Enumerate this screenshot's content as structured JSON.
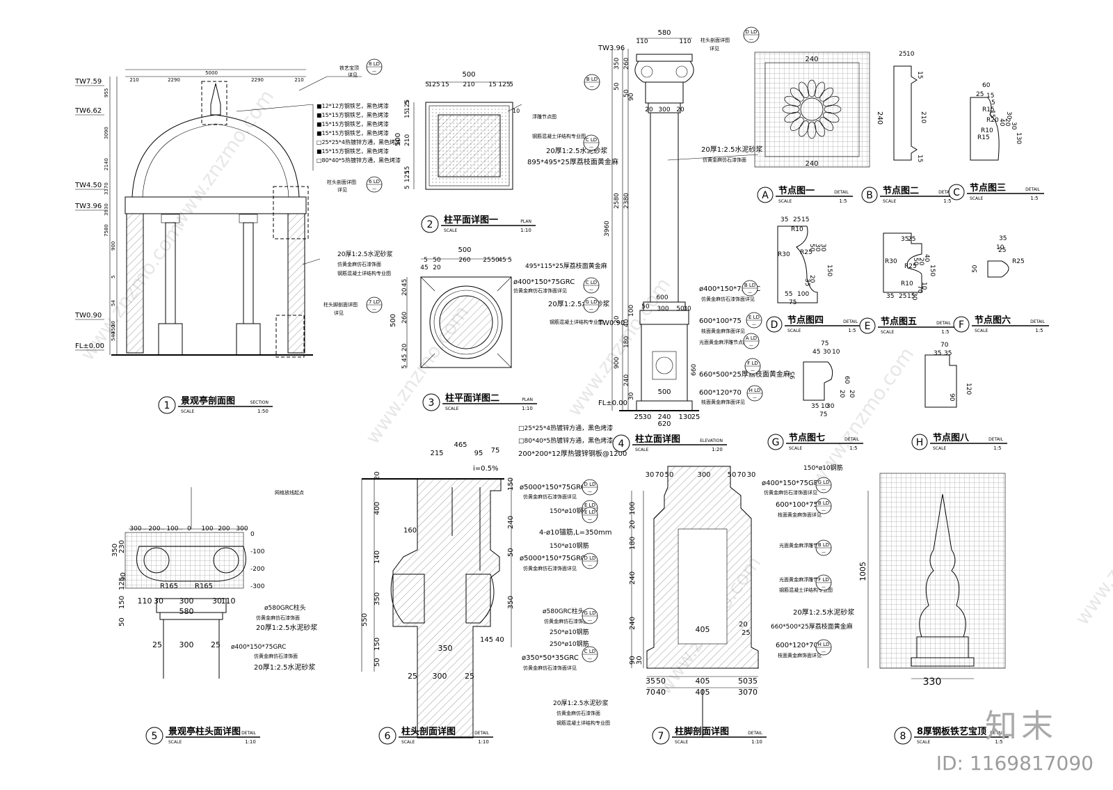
{
  "details": [
    {
      "num": "1",
      "title": "景观亭剖面图",
      "type": "SECTION",
      "scale_label": "SCALE",
      "scale": "1:50"
    },
    {
      "num": "2",
      "title": "柱平面详图一",
      "type": "PLAN",
      "scale_label": "SCALE",
      "scale": "1:10"
    },
    {
      "num": "3",
      "title": "柱平面详图二",
      "type": "PLAN",
      "scale_label": "SCALE",
      "scale": "1:10"
    },
    {
      "num": "4",
      "title": "柱立面详图",
      "type": "ELEVATION",
      "scale_label": "SCALE",
      "scale": "1:20"
    },
    {
      "num": "5",
      "title": "景观亭柱头面详图",
      "type": "DETAIL",
      "scale_label": "SCALE",
      "scale": "1:10"
    },
    {
      "num": "6",
      "title": "柱头剖面详图",
      "type": "DETAIL",
      "scale_label": "SCALE",
      "scale": "1:10"
    },
    {
      "num": "7",
      "title": "柱脚剖面详图",
      "type": "DETAIL",
      "scale_label": "SCALE",
      "scale": "1:10"
    },
    {
      "num": "8",
      "title": "8厚钢板铁艺宝顶",
      "type": "DETAIL",
      "scale_label": "SCALE",
      "scale": "1:5"
    },
    {
      "num": "A",
      "title": "节点图一",
      "type": "DETAIL",
      "scale_label": "SCALE",
      "scale": "1:5"
    },
    {
      "num": "B",
      "title": "节点图二",
      "type": "DETAIL",
      "scale_label": "SCALE",
      "scale": "1:5"
    },
    {
      "num": "C",
      "title": "节点图三",
      "type": "DETAIL",
      "scale_label": "SCALE",
      "scale": "1:5"
    },
    {
      "num": "D",
      "title": "节点图四",
      "type": "DETAIL",
      "scale_label": "SCALE",
      "scale": "1:5"
    },
    {
      "num": "E",
      "title": "节点图五",
      "type": "DETAIL",
      "scale_label": "SCALE",
      "scale": "1:5"
    },
    {
      "num": "F",
      "title": "节点图六",
      "type": "DETAIL",
      "scale_label": "SCALE",
      "scale": "1:5"
    },
    {
      "num": "G",
      "title": "节点图七",
      "type": "DETAIL",
      "scale_label": "SCALE",
      "scale": "1:5"
    },
    {
      "num": "H",
      "title": "节点图八",
      "type": "DETAIL",
      "scale_label": "SCALE",
      "scale": "1:5"
    }
  ],
  "levels": {
    "s1": [
      "TW7.59",
      "TW6.62",
      "TW4.50",
      "TW3.96",
      "TW0.90",
      "FL±0.00"
    ],
    "s4": [
      "TW3.96",
      "TW0.90",
      "FL±0.00"
    ]
  },
  "s1": {
    "top_dim": "5000",
    "dims_top": [
      "210",
      "2290",
      "2290",
      "210"
    ],
    "dims_left": [
      "955",
      "3090",
      "2140",
      "3370",
      "3930",
      "7580",
      "900",
      "5",
      "54",
      "450",
      "540",
      "30"
    ],
    "notes": [
      "■12*12方钢铁艺，黑色烤漆",
      "■15*15方钢铁艺，黑色烤漆",
      "■15*15方钢铁艺，黑色烤漆",
      "■15*15方钢铁艺，黑色烤漆",
      "□25*25*4热镀锌方通，黑色烤漆",
      "■15*15方钢铁艺，黑色烤漆",
      "□80*40*5热镀锌方通，黑色烤漆",
      "20厚1:2.5水泥砂浆",
      "仿黄金麻仿石漆饰面",
      "钢筋混凝土详结构专业图"
    ],
    "ref_8": "铁艺宝顶",
    "ref_6": "柱头剖面详图",
    "ref_7": "柱头脚剖面详图",
    "ref_see": "详见"
  },
  "s2": {
    "dim_top": "500",
    "dims_top2": [
      "5",
      "125",
      "15",
      "210",
      "15",
      "125",
      "5"
    ],
    "dims_left": [
      "5",
      "125",
      "15",
      "210",
      "15",
      "125",
      "5"
    ],
    "dim_left_total": "500",
    "notes": [
      "浮雕节点图",
      "钢筋混凝土详结构专业图",
      "20厚1:2.5水泥砂浆",
      "895*495*25厚荔枝面黄金麻"
    ],
    "right_num": "10"
  },
  "s3": {
    "dim_top": "500",
    "dims_top2": [
      "5",
      "50",
      "260",
      "25",
      "50",
      "45",
      "5"
    ],
    "dims_top3": [
      "45",
      "20"
    ],
    "dims_left": [
      "45",
      "20",
      "260",
      "20",
      "45",
      "5"
    ],
    "dim_left_total": "500",
    "notes": [
      "495*115*25厚荔枝面黄金麻",
      "ø400*150*75GRC",
      "仿黄金麻仿石漆饰面详见",
      "20厚1:2.5水泥砂浆",
      "钢筋混凝土详结构专业图"
    ]
  },
  "s4": {
    "top_dim": "580",
    "dims_top": [
      "110",
      "110"
    ],
    "ref_top": "柱头剖面详图",
    "ref_see": "详见",
    "dims_left": [
      "350",
      "260",
      "50",
      "50",
      "90",
      "2580",
      "2380",
      "3960",
      "20",
      "40",
      "180",
      "100",
      "900",
      "240",
      "30"
    ],
    "mid_dims": [
      "20",
      "300",
      "20"
    ],
    "dims_low": [
      "600",
      "50",
      "300",
      "50",
      "30"
    ],
    "base_dims": [
      "500"
    ],
    "bottom_dims": [
      "25",
      "30",
      "240",
      "130",
      "25",
      "620"
    ],
    "notes": [
      "20厚1:2.5水泥砂浆",
      "仿黄金麻仿石漆饰面",
      "ø400*150*75GRC",
      "仿黄金麻仿石漆饰面详见",
      "600*100*75",
      "枝面黄金麻饰面详见",
      "光面黄金麻浮雕节点图",
      "660*500*25厚荔枝面黄金麻",
      "600*120*70",
      "枝面黄金麻饰面详见"
    ],
    "right_num": "660"
  },
  "sA": {
    "dims": [
      "240",
      "240",
      "240"
    ]
  },
  "sB": {
    "dims": [
      "25",
      "10",
      "15",
      "210",
      "15"
    ]
  },
  "sC": {
    "dims": [
      "60",
      "25",
      "15",
      "5",
      "15",
      "R15",
      "R20",
      "R10",
      "R15",
      "40",
      "20",
      "30",
      "30",
      "130"
    ]
  },
  "sD": {
    "dims": [
      "35",
      "25",
      "15",
      "R10",
      "R30",
      "R25",
      "50",
      "30",
      "30",
      "150",
      "55",
      "100",
      "75",
      "35",
      "20"
    ]
  },
  "sE": {
    "dims": [
      "35",
      "25",
      "R30",
      "R25",
      "R10",
      "50",
      "20",
      "40",
      "150",
      "35",
      "25",
      "15",
      "70",
      "10",
      "30"
    ]
  },
  "sF": {
    "dims": [
      "35",
      "10",
      "25",
      "R25",
      "50"
    ]
  },
  "sG": {
    "dims": [
      "75",
      "45",
      "30",
      "10",
      "95",
      "60",
      "20",
      "20",
      "35",
      "10",
      "30",
      "75"
    ]
  },
  "sH": {
    "dims": [
      "70",
      "35",
      "35",
      "90",
      "120"
    ]
  },
  "s5": {
    "grid_label": "网格放线起点",
    "x_scale": [
      "300",
      "200",
      "100",
      "0",
      "100",
      "200",
      "300"
    ],
    "y_scale": [
      "0",
      "-100",
      "-200",
      "-300"
    ],
    "dims_left": [
      "350",
      "230",
      "90",
      "125",
      "150",
      "50"
    ],
    "r_labels": [
      "R165",
      "R165"
    ],
    "dims_mid": [
      "110",
      "30",
      "300",
      "30",
      "110",
      "580",
      "25",
      "300",
      "25"
    ],
    "notes": [
      "ø580GRC柱头",
      "仿黄金麻仿石漆饰面",
      "20厚1:2.5水泥砂浆",
      "ø400*150*75GRC",
      "仿黄金麻仿石漆饰面",
      "20厚1:2.5水泥砂浆"
    ]
  },
  "s6": {
    "top_notes": [
      "□25*25*4热镀锌方通，黑色烤漆",
      "□80*40*5热镀锌方通，黑色烤漆",
      "200*200*12厚热镀锌钢板@1200"
    ],
    "slope": "i=0.5%",
    "dims_top": [
      "215",
      "465",
      "95",
      "75"
    ],
    "dims_left": [
      "20",
      "400",
      "160",
      "140",
      "350",
      "550",
      "150",
      "50"
    ],
    "dims_right": [
      "150",
      "240",
      "50",
      "350",
      "145",
      "40"
    ],
    "dims_bottom": [
      "350",
      "25",
      "300",
      "25"
    ],
    "notes": [
      "ø5000*150*75GRC",
      "仿黄金麻仿石漆饰面详见",
      "150*ø10钢筋",
      "4-ø10锚筋,L=350mm",
      "150*ø10钢筋",
      "ø5000*150*75GRC",
      "仿黄金麻仿石漆饰面详见",
      "ø580GRC柱头",
      "仿黄金麻仿石漆饰面",
      "250*ø10钢筋",
      "250*ø10钢筋",
      "ø350*50*35GRC",
      "仿黄金麻仿石漆饰面详见",
      "20厚1:2.5水泥砂浆",
      "仿黄金麻仿石漆饰面",
      "钢筋混凝土详结构专业图"
    ]
  },
  "s7": {
    "dims_top": [
      "30",
      "70",
      "50",
      "300",
      "50",
      "70",
      "30"
    ],
    "dims_left": [
      "100",
      "20",
      "180",
      "240",
      "240",
      "90",
      "30"
    ],
    "dims_mid": [
      "405"
    ],
    "dims_bottom": [
      "35",
      "50",
      "405",
      "50",
      "35"
    ],
    "dims_bottom2": [
      "70",
      "40",
      "405",
      "30",
      "70"
    ],
    "dims_right": [
      "20",
      "25"
    ],
    "notes": [
      "150*ø10钢筋",
      "ø400*150*75GRC",
      "仿黄金麻仿石漆饰面详见",
      "600*100*75",
      "枝面黄金麻饰面详见",
      "光面黄金麻浮雕节点图",
      "光面黄金麻浮雕节点图",
      "钢筋混凝土详结构专业图",
      "20厚1:2.5水泥砂浆",
      "660*500*25厚荔枝面黄金麻",
      "600*120*70",
      "枝面黄金麻饰面详见"
    ]
  },
  "s8": {
    "dims": [
      "1005",
      "330"
    ]
  },
  "callouts": [
    "8",
    "6",
    "7",
    "B",
    "C",
    "D",
    "C",
    "G",
    "A",
    "F",
    "H",
    "B",
    "D",
    "E",
    "E",
    "D",
    "G",
    "C",
    "G",
    "B",
    "B",
    "F",
    "H",
    "E",
    "C",
    "G",
    "H",
    "D"
  ],
  "callout_sheet": "LD",
  "watermark": "www.znzmo.com",
  "brand": "知末",
  "image_id": "ID: 1169817090"
}
